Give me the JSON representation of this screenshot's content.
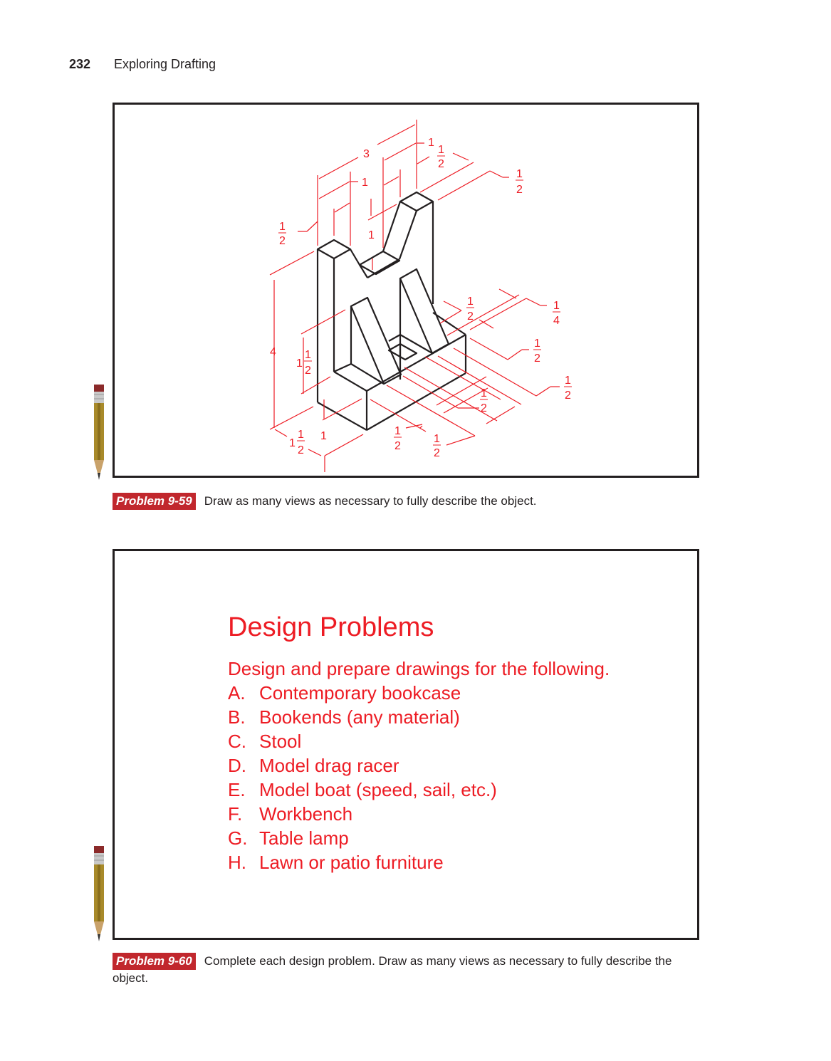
{
  "header": {
    "page_number": "232",
    "book_title": "Exploring Drafting"
  },
  "problem_59": {
    "badge": "Problem 9-59",
    "caption": "Draw as many views as necessary to fully describe the object.",
    "dimensions": {
      "top_overall": "3",
      "top_left_notch": "1",
      "top_right_notch": "1",
      "top_right_half": "1/2",
      "top_far_right_half": "1/2",
      "left_half": "1/2",
      "notch_depth": "1",
      "overall_height": "4",
      "base_height": "1 1/2",
      "base_depth": "1 1/2",
      "base_front": "1",
      "rib_half_1": "1/2",
      "rib_quarter": "1/4",
      "rib_half_2": "1/2",
      "rib_half_3": "1/2",
      "front_half_1": "1/2",
      "front_half_2": "1/2",
      "front_half_3": "1/2"
    },
    "colors": {
      "dimension": "#ed1c24",
      "object": "#231f20"
    }
  },
  "problem_60": {
    "badge": "Problem 9-60",
    "caption": "Complete each design problem. Draw as many views as necessary to fully describe the object.",
    "title": "Design Problems",
    "intro": "Design and prepare drawings for the following.",
    "items": [
      {
        "letter": "A.",
        "text": "Contemporary bookcase"
      },
      {
        "letter": "B.",
        "text": "Bookends (any material)"
      },
      {
        "letter": "C.",
        "text": "Stool"
      },
      {
        "letter": "D.",
        "text": "Model drag racer"
      },
      {
        "letter": "E.",
        "text": "Model boat (speed, sail, etc.)"
      },
      {
        "letter": "F.",
        "text": "Workbench"
      },
      {
        "letter": "G.",
        "text": "Table lamp"
      },
      {
        "letter": "H.",
        "text": "Lawn or patio furniture"
      }
    ]
  },
  "colors": {
    "badge": "#c1272d",
    "accent_red": "#ed1c24"
  }
}
